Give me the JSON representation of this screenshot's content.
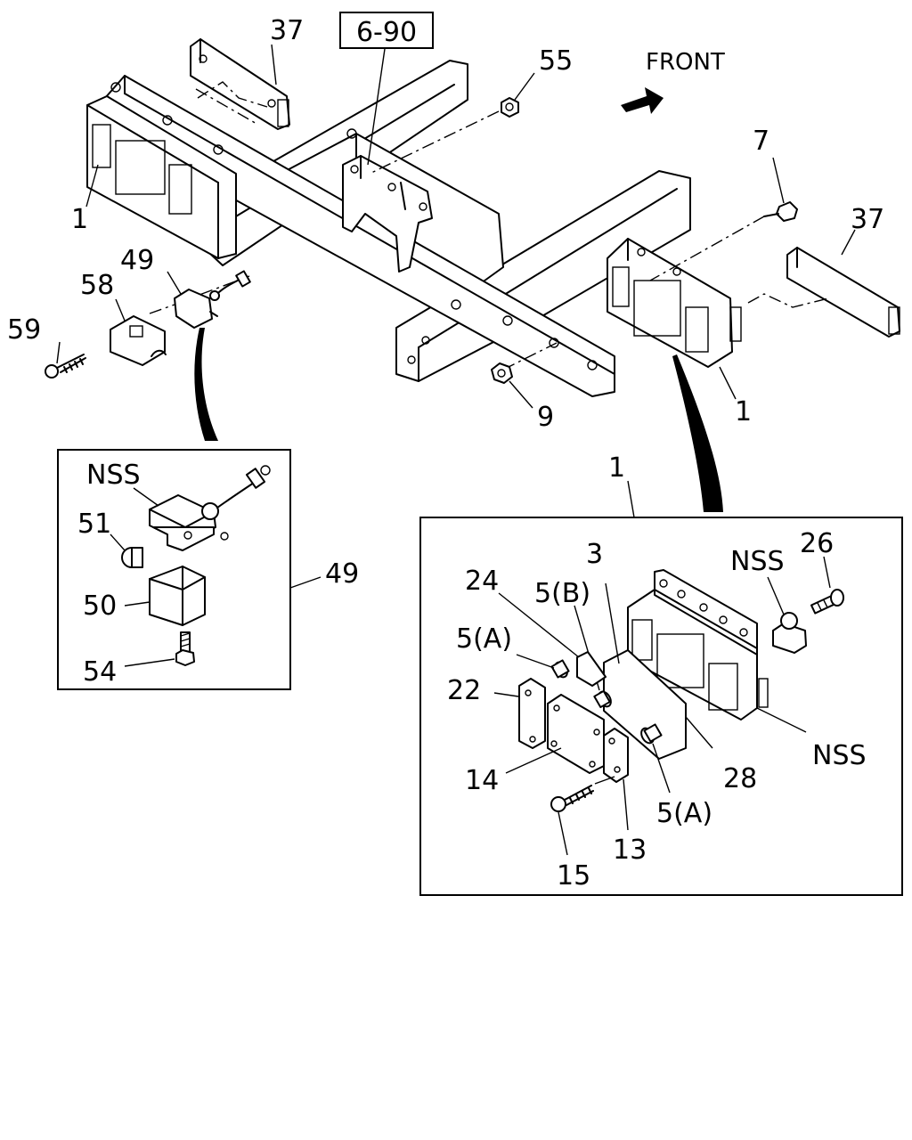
{
  "labels": {
    "ref_box": "6-90",
    "front": "FRONT",
    "p37_top": "37",
    "p55": "55",
    "p1_left": "1",
    "p7": "7",
    "p37_right": "37",
    "p49": "49",
    "p58": "58",
    "p59": "59",
    "p9": "9",
    "p1_right": "1",
    "p1_detail": "1",
    "p49_detail": "49",
    "nss_a": "NSS",
    "p51": "51",
    "p50": "50",
    "p54": "54",
    "p3": "3",
    "p24": "24",
    "p5b": "5(B)",
    "nss_b": "NSS",
    "p26": "26",
    "p5a_top": "5(A)",
    "p22": "22",
    "p14": "14",
    "nss_c": "NSS",
    "p28": "28",
    "p5a_bottom": "5(A)",
    "p13": "13",
    "p15": "15"
  }
}
